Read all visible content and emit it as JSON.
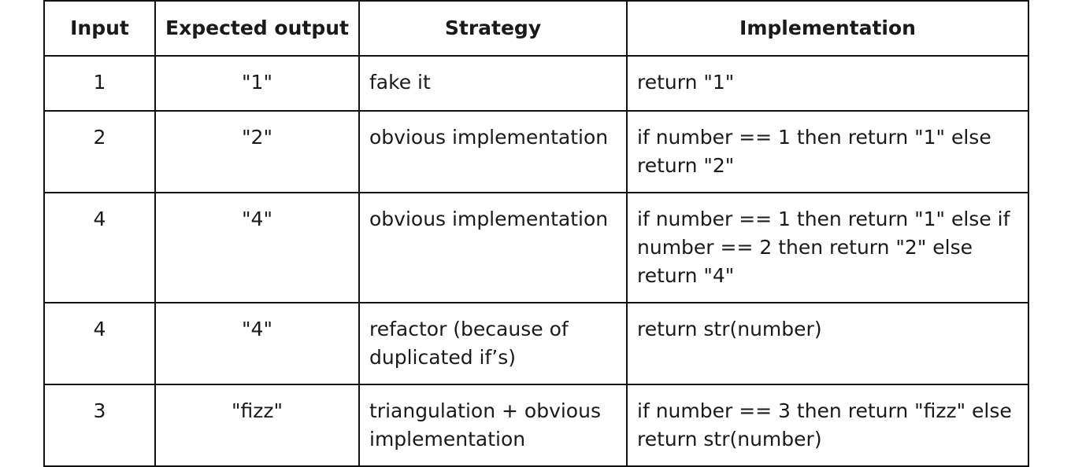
{
  "table": {
    "headers": [
      "Input",
      "Expected output",
      "Strategy",
      "Implementation"
    ],
    "rows": [
      {
        "input": "1",
        "expected": "\"1\"",
        "strategy": "fake it",
        "implementation": "return \"1\""
      },
      {
        "input": "2",
        "expected": "\"2\"",
        "strategy": "obvious implementation",
        "implementation": "if number == 1 then return \"1\" else return \"2\""
      },
      {
        "input": "4",
        "expected": "\"4\"",
        "strategy": "obvious implementation",
        "implementation": "if number == 1 then return \"1\" else if number == 2 then return \"2\" else return \"4\""
      },
      {
        "input": "4",
        "expected": "\"4\"",
        "strategy": "refactor (because of duplicated if’s)",
        "implementation": "return str(number)"
      },
      {
        "input": "3",
        "expected": "\"fizz\"",
        "strategy": "triangulation + obvious implementation",
        "implementation": "if number == 3 then return \"fizz\" else return str(number)"
      }
    ]
  }
}
